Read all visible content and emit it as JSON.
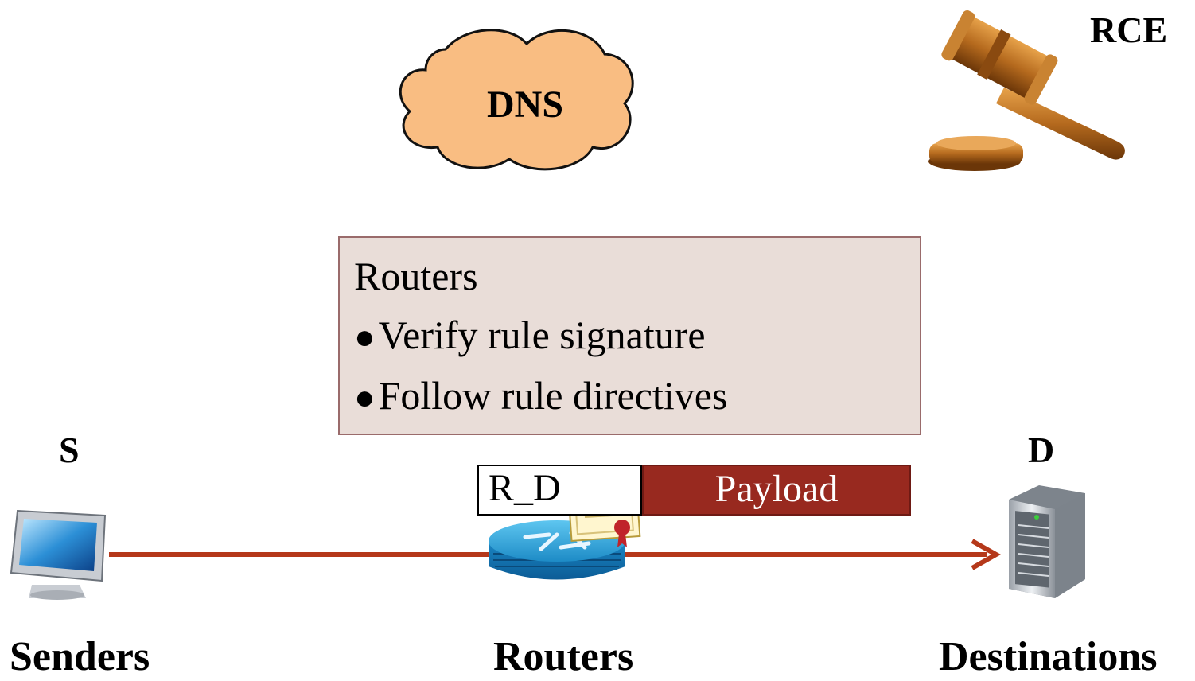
{
  "nodes": {
    "dns": "DNS",
    "rce": "RCE",
    "sender_letter": "S",
    "dest_letter": "D"
  },
  "bottom_labels": {
    "senders": "Senders",
    "routers": "Routers",
    "destinations": "Destinations"
  },
  "info_box": {
    "title": "Routers",
    "bullets": [
      "Verify rule signature",
      "Follow rule directives"
    ]
  },
  "packet": {
    "header": "R_D",
    "payload": "Payload"
  },
  "icons": [
    "cloud-icon",
    "gavel-icon",
    "monitor-icon",
    "router-icon",
    "certificate-icon",
    "server-icon",
    "arrow-icon"
  ],
  "colors": {
    "cloud": "#f9bd82",
    "arrow": "#b5381a",
    "payload": "#98291f",
    "box": "#e9ddd8"
  }
}
